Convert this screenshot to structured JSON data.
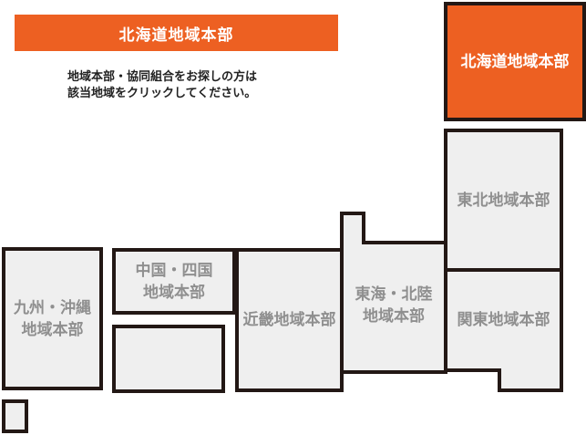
{
  "banner": {
    "title": "北海道地域本部"
  },
  "instructions": {
    "line1": "地域本部・協同組合をお探しの方は",
    "line2": "該当地域をクリックしてください。"
  },
  "regions": {
    "hokkaido": {
      "label": "北海道地域本部"
    },
    "tohoku": {
      "label": "東北地域本部"
    },
    "kanto": {
      "label": "関東地域本部"
    },
    "tokai": {
      "label": "東海・北陸\n地域本部"
    },
    "kinki": {
      "label": "近畿地域本部"
    },
    "chugoku": {
      "label": "中国・四国\n地域本部"
    },
    "kyushu": {
      "label": "九州・沖縄\n地域本部"
    }
  },
  "colors": {
    "accent": "#ed6022",
    "region_fill": "#efefef",
    "border": "#231815",
    "label": "#8f8f8f"
  }
}
